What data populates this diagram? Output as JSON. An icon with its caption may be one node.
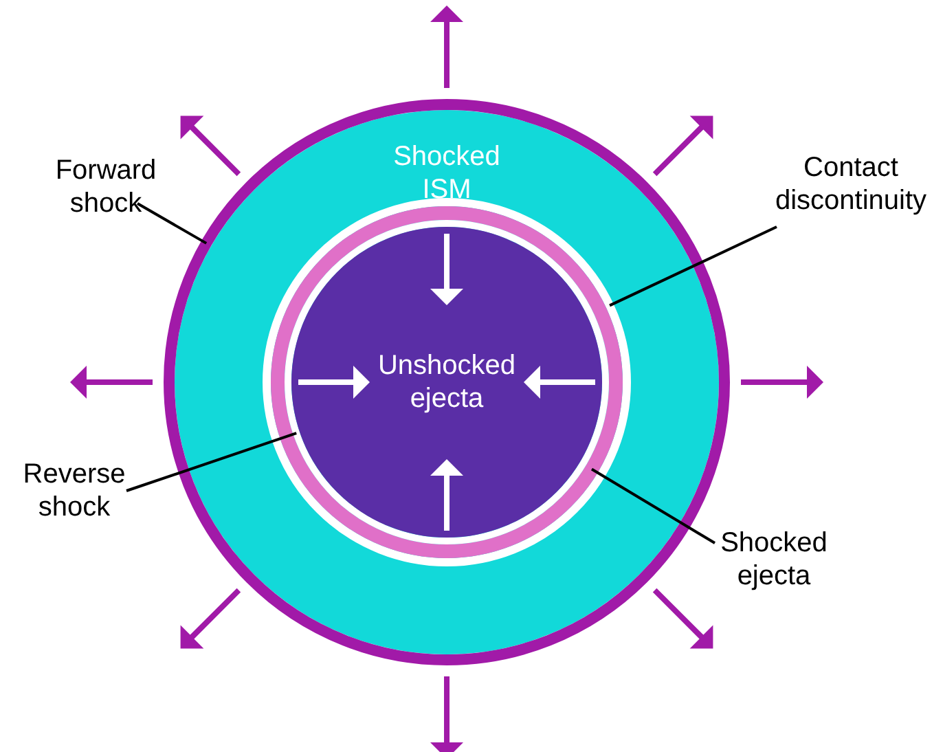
{
  "diagram": {
    "nodes": [
      {
        "text": [
          "Shocked ISM"
        ]
      },
      {
        "text": [
          "Unshocked ejecta"
        ],
        "in": 7
      },
      {
        "text": [
          "Forward shock"
        ]
      },
      {
        "text": [],
        "shape": "ring"
      },
      {
        "text": [
          "Contact discontinuity"
        ]
      },
      {
        "text": [],
        "shape": "ring",
        "in": 0
      },
      {
        "text": [
          "Reverse shock"
        ]
      },
      {
        "text": [],
        "shape": "ring",
        "in": 9
      },
      {
        "text": [
          "Shocked ejecta"
        ]
      },
      {
        "text": [],
        "shape": "ring",
        "in": 5
      }
    ],
    "edges": [
      {
        "from": 2,
        "to": 3,
        "arrow": "none"
      },
      {
        "from": 4,
        "to": 5,
        "arrow": "none"
      },
      {
        "from": 6,
        "to": 7,
        "arrow": "none"
      },
      {
        "from": 8,
        "to": 9,
        "arrow": "none"
      }
    ]
  }
}
